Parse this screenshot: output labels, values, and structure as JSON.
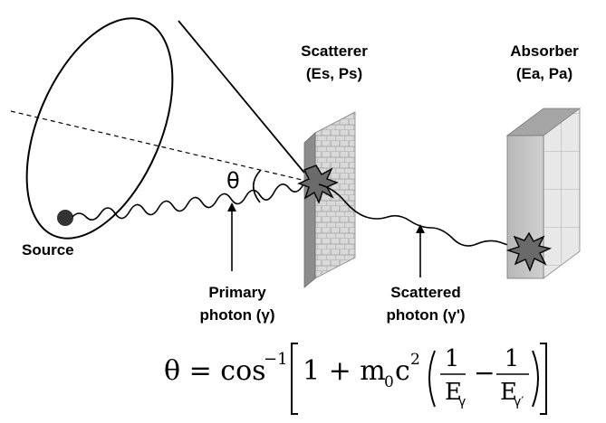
{
  "labels": {
    "scatterer_title": "Scatterer",
    "scatterer_sub": "(Es, Ps)",
    "absorber_title": "Absorber",
    "absorber_sub": "(Ea, Pa)",
    "theta": "θ",
    "source": "Source",
    "primary_line1": "Primary",
    "primary_line2": "photon (γ)",
    "scattered_line1": "Scattered",
    "scattered_line2": "photon (γ')"
  },
  "formula": {
    "lhs": "θ = cos",
    "exp": "−1",
    "one_plus": "1 + m",
    "sub0": "0",
    "c": "c",
    "sq": "2",
    "num1": "1",
    "den1": "E",
    "den1_sub": "γ",
    "minus": "−",
    "num2": "1",
    "den2": "E",
    "den2_sub": "γ′"
  }
}
